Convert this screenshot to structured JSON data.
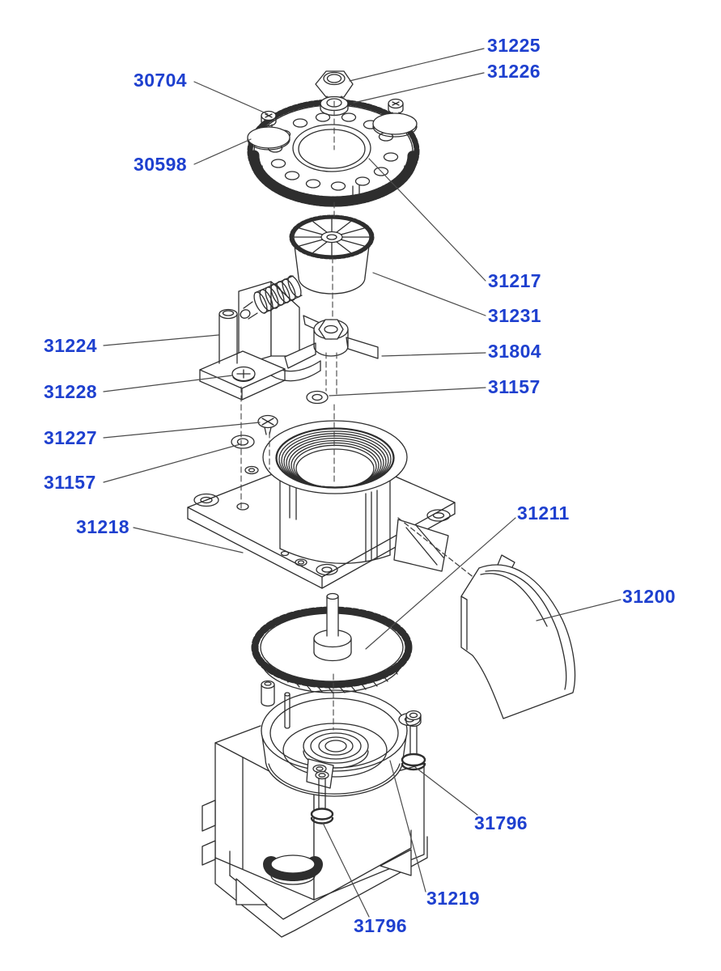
{
  "diagram": {
    "type": "exploded-parts-diagram",
    "background_color": "#ffffff",
    "label_color": "#1e40cf",
    "line_color": "#2e2e2e",
    "leader_color": "#4a4a4a",
    "labels": [
      {
        "part_number": "31225"
      },
      {
        "part_number": "31226"
      },
      {
        "part_number": "30704"
      },
      {
        "part_number": "30598"
      },
      {
        "part_number": "31217"
      },
      {
        "part_number": "31231"
      },
      {
        "part_number": "31804"
      },
      {
        "part_number": "31157"
      },
      {
        "part_number": "31224"
      },
      {
        "part_number": "31228"
      },
      {
        "part_number": "31227"
      },
      {
        "part_number": "31157"
      },
      {
        "part_number": "31218"
      },
      {
        "part_number": "31211"
      },
      {
        "part_number": "31200"
      },
      {
        "part_number": "31796"
      },
      {
        "part_number": "31219"
      },
      {
        "part_number": "31796"
      }
    ]
  }
}
